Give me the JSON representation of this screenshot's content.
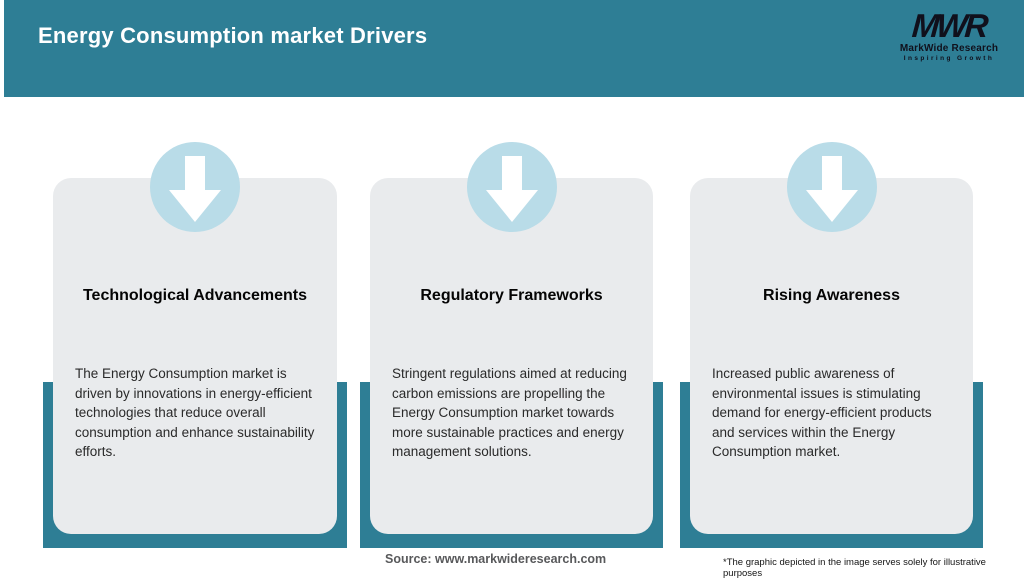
{
  "header": {
    "title": "Energy Consumption market Drivers",
    "background_color": "#2E7E95",
    "title_color": "#FFFFFF"
  },
  "logo": {
    "monogram": "MWR",
    "name": "MarkWide Research",
    "tagline": "Inspiring Growth",
    "text_color": "#10101C"
  },
  "cards": [
    {
      "icon": "down-arrow-icon",
      "title": "Technological Advancements",
      "body": "The Energy Consumption market is driven by innovations in energy-efficient technologies that reduce overall consumption and enhance sustainability efforts."
    },
    {
      "icon": "down-arrow-icon",
      "title": "Regulatory Frameworks",
      "body": "Stringent regulations aimed at reducing carbon emissions are propelling the Energy Consumption market towards more sustainable practices and energy management solutions."
    },
    {
      "icon": "down-arrow-icon",
      "title": "Rising Awareness",
      "body": "Increased public awareness of environmental issues is stimulating demand for energy-efficient products and services within the Energy Consumption market."
    }
  ],
  "footer": {
    "source": "Source: www.markwideresearch.com",
    "disclaimer": "*The graphic depicted in the image serves solely for illustrative purposes"
  },
  "colors": {
    "accent_teal": "#2E7E95",
    "circle_blue": "#B9DCE8",
    "card_gray": "#E9EBED"
  }
}
